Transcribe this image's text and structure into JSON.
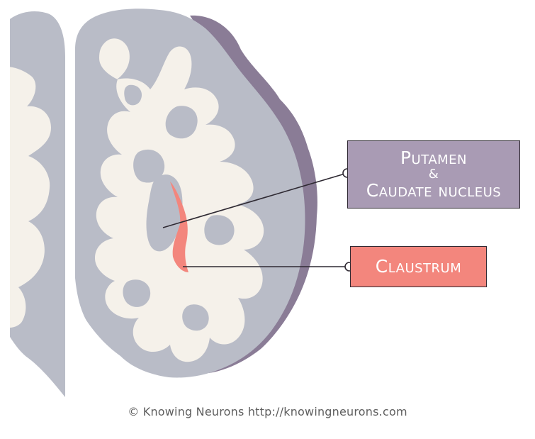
{
  "colors": {
    "grey_matter": "#b9bcc7",
    "white_matter": "#f5f1ea",
    "cortex_shadow": "#8a7c96",
    "putamen_box": "#a99bb4",
    "claustrum": "#f3867d",
    "leader_line": "#2f2a33",
    "caption": "#5e5e5e"
  },
  "labels": {
    "putamen_line1": "Putamen",
    "putamen_amp": "&",
    "putamen_line2": "Caudate nucleus",
    "claustrum": "Claustrum"
  },
  "caption": "© Knowing Neurons http://knowingneurons.com"
}
